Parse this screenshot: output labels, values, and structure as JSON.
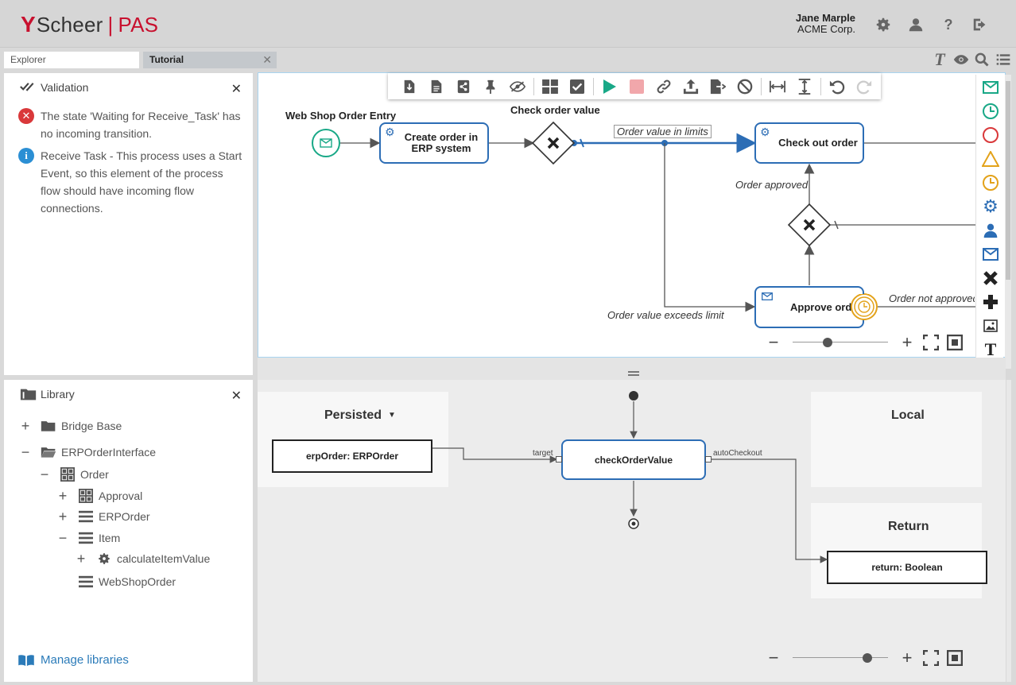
{
  "app": {
    "brand_main": "Scheer",
    "brand_product": "PAS"
  },
  "user": {
    "name": "Jane Marple",
    "company": "ACME Corp."
  },
  "header_icons": [
    "gear-icon",
    "user-icon",
    "help-icon",
    "logout-icon"
  ],
  "tabs": [
    {
      "label": "Explorer"
    },
    {
      "label": "Tutorial",
      "active": true
    }
  ],
  "validation": {
    "title": "Validation",
    "messages": [
      {
        "type": "error",
        "text": "The state 'Waiting for Receive_Task' has no incoming transition."
      },
      {
        "type": "info",
        "text": "Receive Task - This process uses a Start Event, so this element of the process flow should have incoming flow connections."
      }
    ]
  },
  "library": {
    "title": "Library",
    "items": [
      {
        "label": "Bridge Base",
        "toggle": "+",
        "icon": "folder"
      },
      {
        "label": "ERPOrderInterface",
        "toggle": "−",
        "icon": "folder-open"
      },
      {
        "label": "Order",
        "toggle": "−",
        "icon": "grid"
      },
      {
        "label": "Approval",
        "toggle": "+",
        "icon": "grid"
      },
      {
        "label": "ERPOrder",
        "toggle": "+",
        "icon": "list"
      },
      {
        "label": "Item",
        "toggle": "−",
        "icon": "list"
      },
      {
        "label": "calculateItemValue",
        "toggle": "+",
        "icon": "gear"
      },
      {
        "label": "WebShopOrder",
        "toggle": "",
        "icon": "list"
      }
    ],
    "manage_label": "Manage libraries"
  },
  "diagram": {
    "start_label": "Web Shop Order Entry",
    "task_create": "Create order in ERP system",
    "gateway_check_label": "Check order value",
    "flow_in_limits": "Order value in limits",
    "task_checkout": "Check out order",
    "flow_approved": "Order approved",
    "flow_exceeds": "Order value exceeds limit",
    "task_approve": "Approve orde",
    "flow_not_approved": "Order not approved"
  },
  "data_view": {
    "persisted_title": "Persisted",
    "persisted_item": "erpOrder: ERPOrder",
    "function_box": "checkOrderValue",
    "in_port_label": "target",
    "out_port_label": "autoCheckout",
    "local_title": "Local",
    "return_title": "Return",
    "return_item": "return: Boolean"
  },
  "zoom": {
    "top_level": 0.37,
    "bottom_level": 0.78
  }
}
